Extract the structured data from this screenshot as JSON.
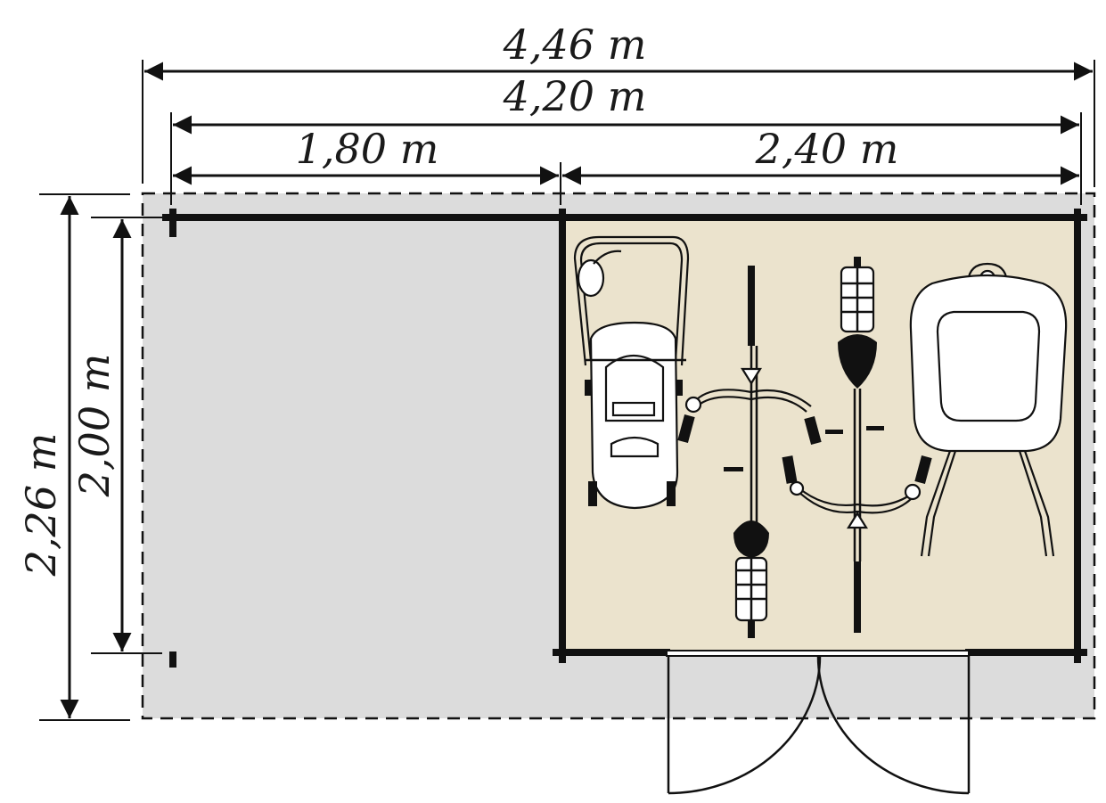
{
  "dimensions": {
    "total_outer_width": "4,46 m",
    "total_inner_width": "4,20 m",
    "canopy_width": "1,80 m",
    "shed_width": "2,40 m",
    "total_outer_depth": "2,26 m",
    "inner_depth": "2,00 m"
  },
  "colors": {
    "canopy_fill": "#dcdcdc",
    "shed_floor_fill": "#ebe3cd",
    "wall": "#111111"
  },
  "objects": [
    "lawn-mower",
    "bicycle",
    "bicycle",
    "wheelbarrow"
  ]
}
